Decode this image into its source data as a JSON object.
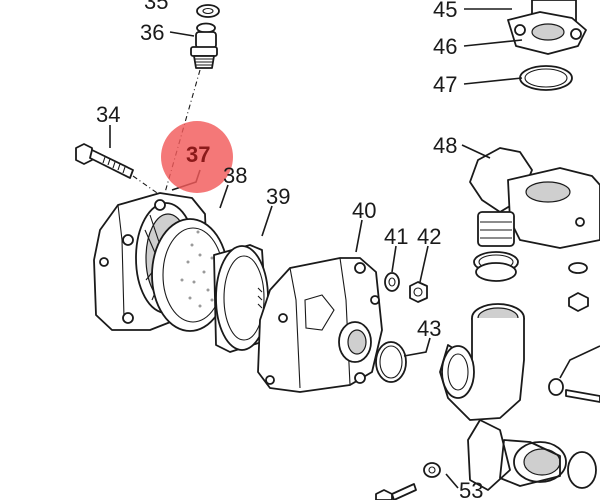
{
  "diagram": {
    "part_labels": {
      "p35": "35",
      "p36": "36",
      "p34": "34",
      "p37": "37",
      "p38": "38",
      "p39": "39",
      "p40": "40",
      "p41": "41",
      "p42": "42",
      "p43": "43",
      "p45": "45",
      "p46": "46",
      "p47": "47",
      "p48": "48",
      "p53": "53"
    },
    "highlight": {
      "part": "37",
      "color": "#f25a5a",
      "label_color": "#8b1a1a"
    }
  }
}
